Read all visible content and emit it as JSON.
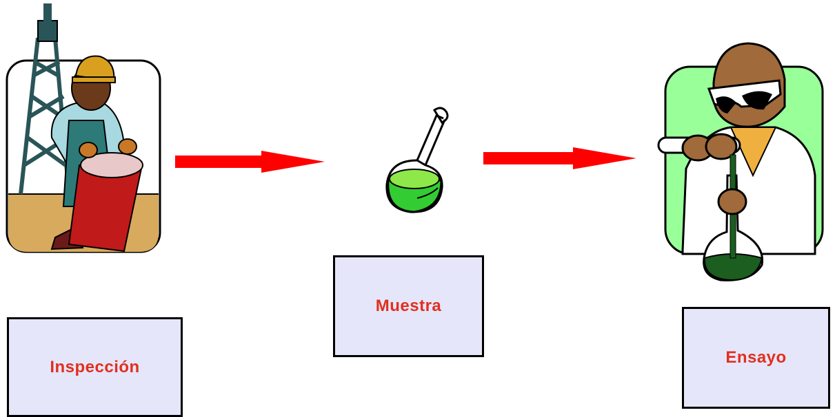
{
  "steps": [
    {
      "id": "inspeccion",
      "label": "Inspección",
      "icon": "oil-worker-icon"
    },
    {
      "id": "muestra",
      "label": "Muestra",
      "icon": "flask-icon"
    },
    {
      "id": "ensayo",
      "label": "Ensayo",
      "icon": "lab-technician-icon"
    }
  ],
  "colors": {
    "label_text": "#e0301e",
    "box_fill": "#e6e6fa",
    "box_border": "#000000",
    "arrow": "#ff0000",
    "flask_liquid": "#33cc33",
    "lab_background": "#99ff99"
  }
}
